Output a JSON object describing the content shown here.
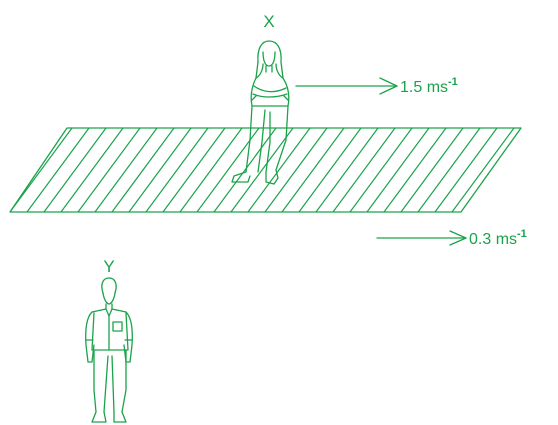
{
  "colors": {
    "ink": "#1aa34a",
    "background": "#ffffff"
  },
  "labels": {
    "person_x": "X",
    "person_y": "Y"
  },
  "arrows": {
    "x_speed_value": "1.5 ms",
    "x_speed_exp": "-1",
    "walkway_speed_value": "0.3 ms",
    "walkway_speed_exp": "-1"
  }
}
